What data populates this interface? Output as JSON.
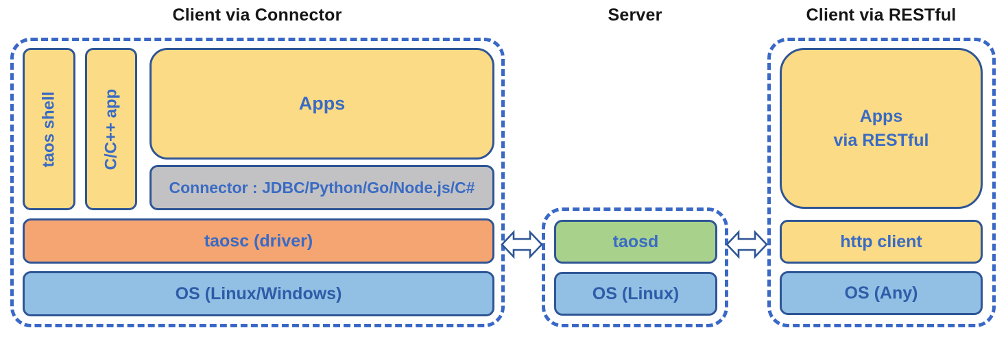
{
  "colors": {
    "yellow": "#FBDB85",
    "orange": "#F5A572",
    "green": "#A8D18C",
    "blue_fill": "#92C0E4",
    "gray": "#C2C2C4",
    "box_border": "#2E5595",
    "dash_border": "#3A68C6",
    "label_blue": "#3A6BC4",
    "label_navy": "#2E5CA8",
    "title_color": "#161616"
  },
  "icons": {
    "double_arrow": "double-headed-arrow"
  },
  "left_panel": {
    "title": "Client via Connector",
    "taos_shell": "taos shell",
    "cpp_app": "C/C++ app",
    "apps": "Apps",
    "connector": "Connector : JDBC/Python/Go/Node.js/C#",
    "taosc": "taosc (driver)",
    "os": "OS (Linux/Windows)"
  },
  "server_panel": {
    "title": "Server",
    "taosd": "taosd",
    "os": "OS (Linux)"
  },
  "right_panel": {
    "title": "Client via RESTful",
    "apps_line1": "Apps",
    "apps_line2": "via RESTful",
    "http_client": "http client",
    "os": "OS (Any)"
  }
}
